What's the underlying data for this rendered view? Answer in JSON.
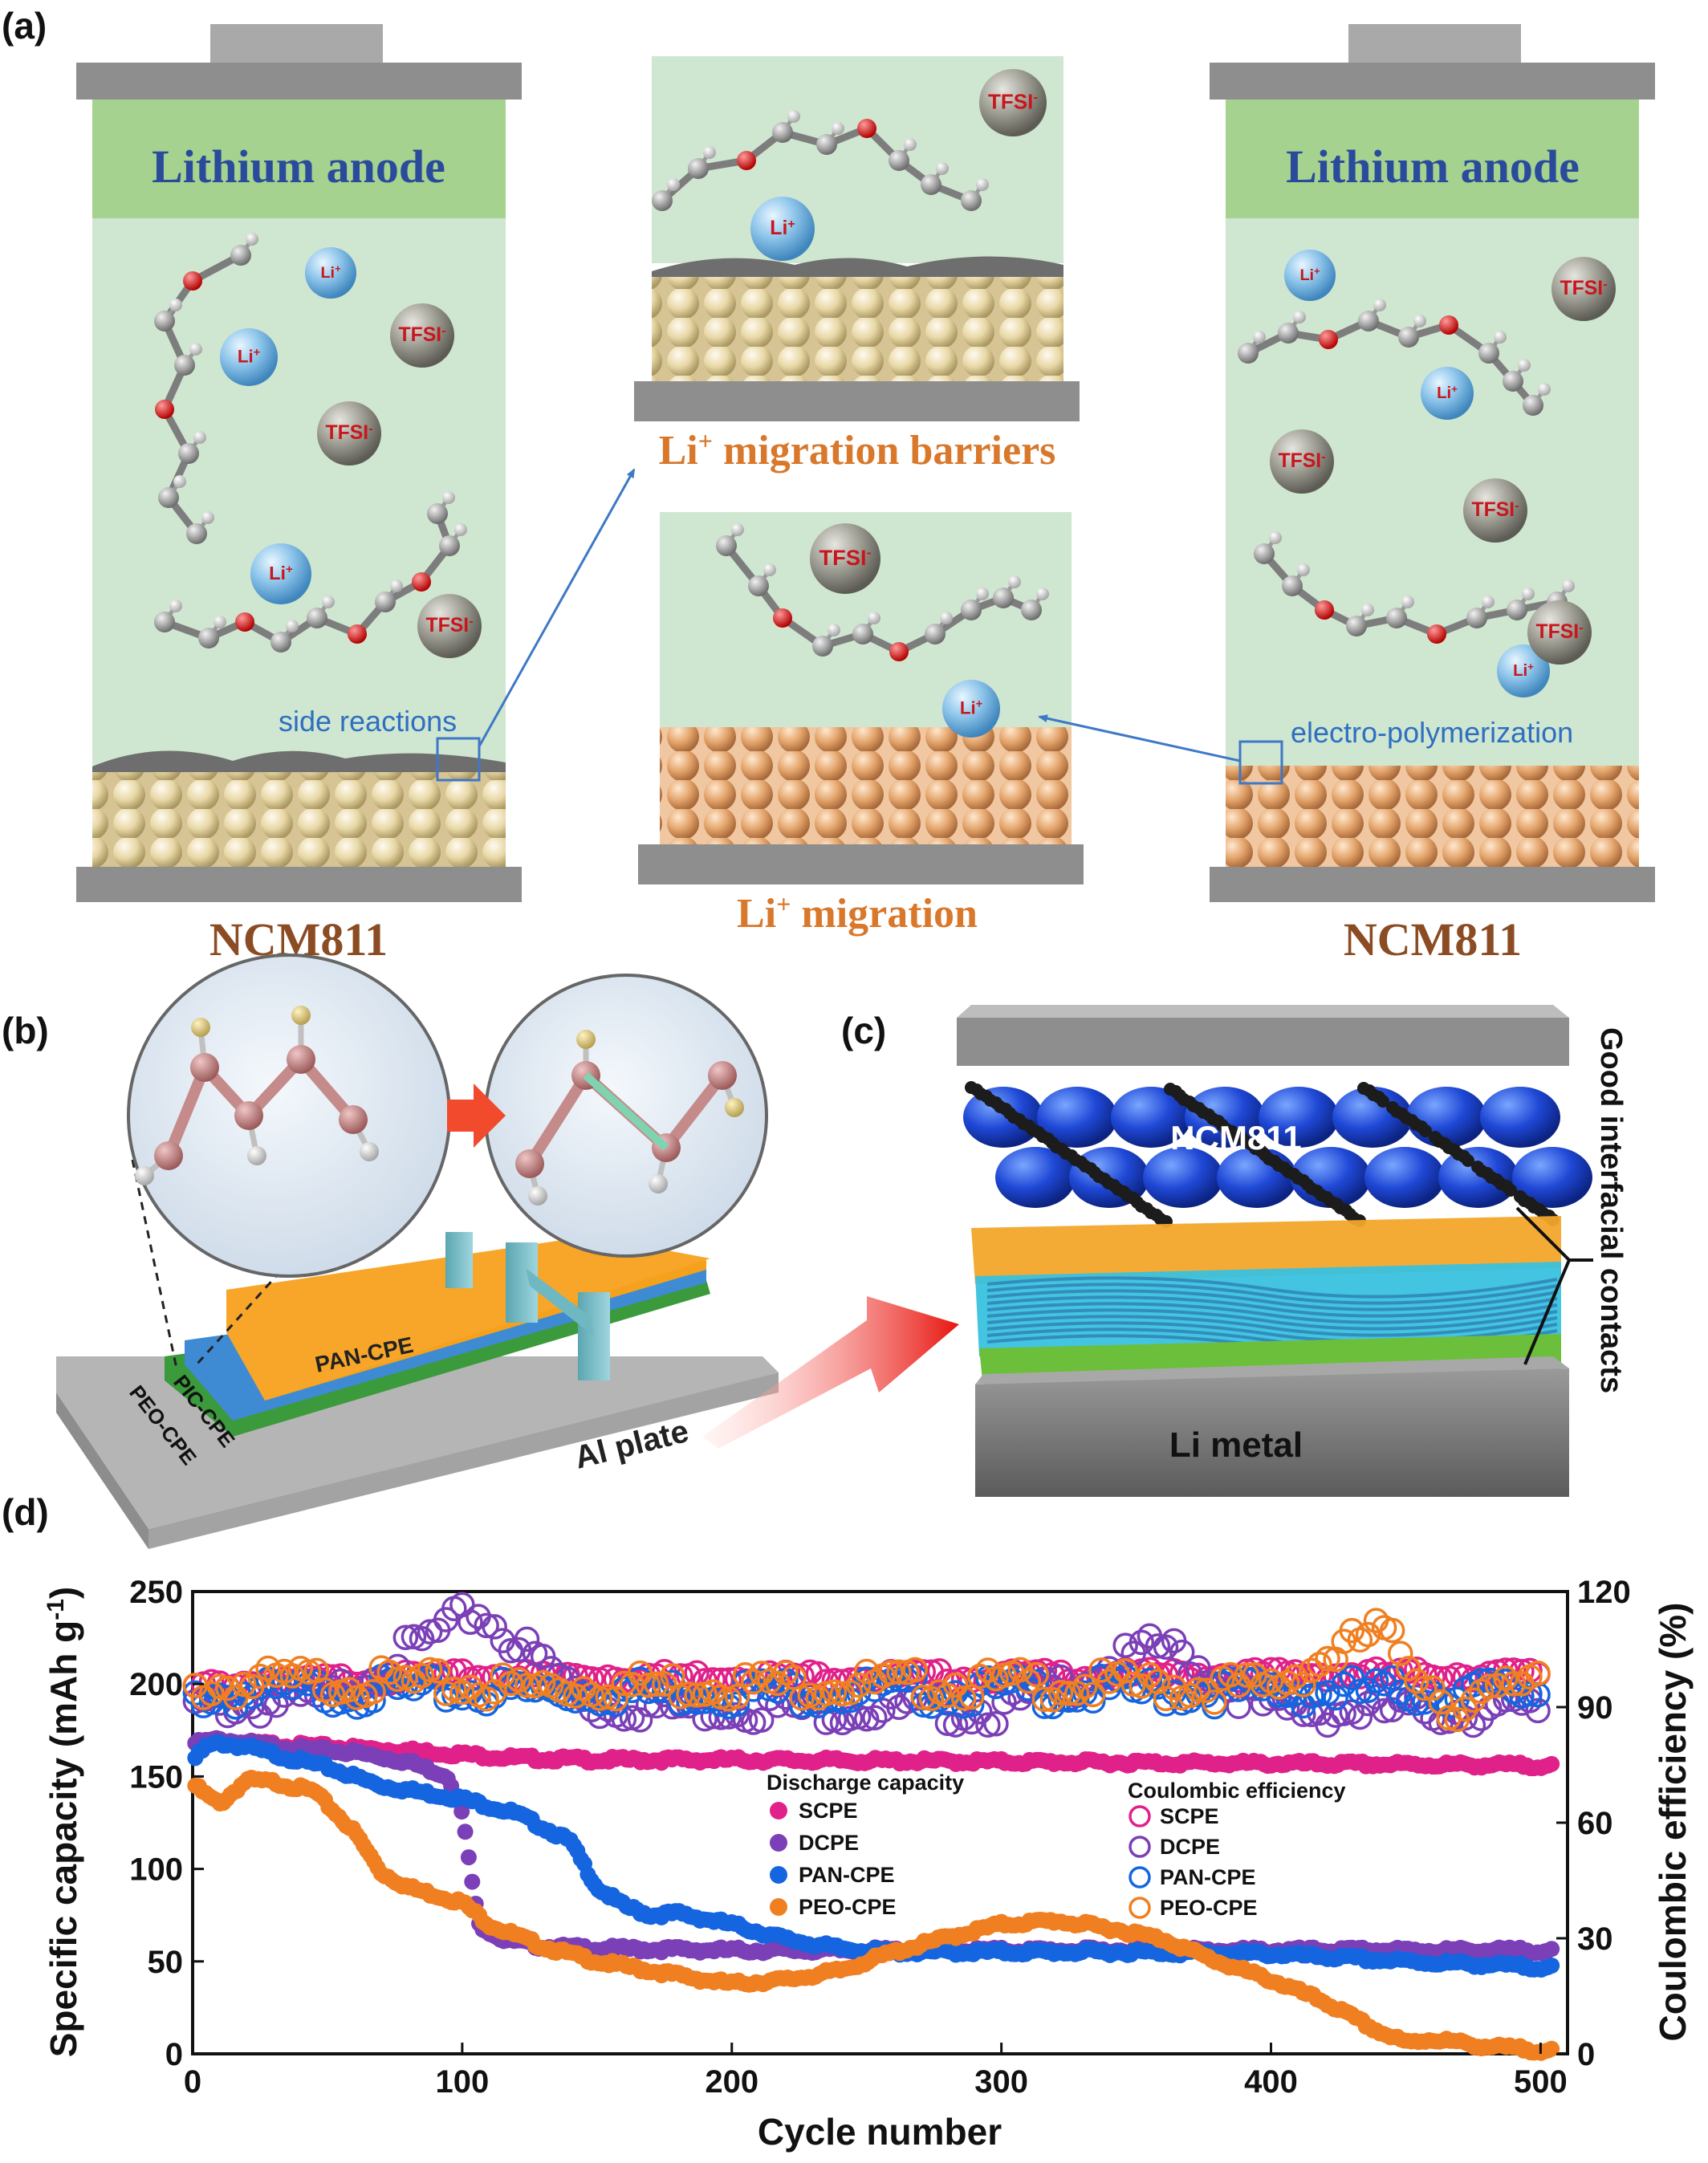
{
  "panel_a": {
    "letter": "(a)",
    "left_cell": {
      "anode": "Lithium anode",
      "cathode": "NCM811",
      "note": "side reactions"
    },
    "right_cell": {
      "anode": "Lithium anode",
      "cathode": "NCM811",
      "note": "electro-polymerization"
    },
    "top_inset": {
      "caption_prefix": "Li",
      "caption_suffix": " migration barriers"
    },
    "bottom_inset": {
      "caption_prefix": "Li",
      "caption_suffix": " migration"
    },
    "ion_li": "Li",
    "ion_tfsi": "TFSI",
    "plus": "+",
    "minus": "-"
  },
  "panel_b": {
    "letter": "(b)",
    "layers": {
      "pan": "PAN-CPE",
      "pic": "PIC-CPE",
      "peo": "PEO-CPE",
      "plate": "Al plate"
    }
  },
  "panel_c": {
    "letter": "(c)",
    "top": "NCM811",
    "bottom": "Li metal",
    "side": "Good interfacial contacts"
  },
  "panel_d": {
    "letter": "(d)"
  },
  "chart_data": {
    "type": "scatter",
    "xlabel": "Cycle number",
    "ylabel_prefix": "Specific capacity (mAh g",
    "ylabel_sup": "-1",
    "ylabel_suffix": ")",
    "y2label": "Coulombic efficiency (%)",
    "xlim": [
      0,
      510
    ],
    "ylim": [
      0,
      250
    ],
    "y2lim": [
      0,
      120
    ],
    "xticks": [
      0,
      100,
      200,
      300,
      400,
      500
    ],
    "yticks": [
      0,
      50,
      100,
      150,
      200,
      250
    ],
    "y2ticks": [
      0,
      30,
      60,
      90,
      120
    ],
    "legend": {
      "discharge_title": "Discharge capacity",
      "ce_title": "Coulombic efficiency",
      "placement": "center-right"
    },
    "series": [
      {
        "name": "SCPE",
        "kind": "Discharge capacity",
        "color": "#e0218a",
        "axis": "left",
        "x": [
          1,
          20,
          50,
          80,
          100,
          120,
          150,
          200,
          300,
          400,
          500,
          505
        ],
        "y": [
          168,
          168,
          166,
          164,
          162,
          160,
          159,
          159,
          158,
          157,
          156,
          155
        ]
      },
      {
        "name": "DCPE",
        "kind": "Discharge capacity",
        "color": "#7b3fb7",
        "axis": "left",
        "x": [
          1,
          10,
          20,
          40,
          60,
          80,
          95,
          100,
          103,
          106,
          115,
          130,
          150,
          200,
          300,
          400,
          500,
          505
        ],
        "y": [
          168,
          170,
          168,
          165,
          163,
          158,
          150,
          130,
          100,
          70,
          62,
          58,
          57,
          56,
          56,
          56,
          56,
          55
        ]
      },
      {
        "name": "PAN-CPE",
        "kind": "Discharge capacity",
        "color": "#1565e0",
        "axis": "left",
        "x": [
          1,
          5,
          10,
          20,
          30,
          50,
          70,
          100,
          120,
          140,
          150,
          160,
          170,
          180,
          190,
          200,
          220,
          240,
          260,
          300,
          350,
          400,
          450,
          500,
          505
        ],
        "y": [
          160,
          166,
          168,
          166,
          162,
          155,
          145,
          138,
          130,
          115,
          90,
          80,
          75,
          76,
          73,
          70,
          62,
          57,
          55,
          55,
          55,
          54,
          50,
          47,
          46
        ]
      },
      {
        "name": "PEO-CPE",
        "kind": "Discharge capacity",
        "color": "#f07f21",
        "axis": "left",
        "x": [
          1,
          5,
          10,
          20,
          30,
          45,
          60,
          70,
          80,
          100,
          110,
          130,
          150,
          170,
          190,
          200,
          220,
          240,
          260,
          280,
          300,
          320,
          340,
          360,
          380,
          400,
          420,
          440,
          450,
          460,
          480,
          500,
          505
        ],
        "y": [
          145,
          140,
          135,
          148,
          147,
          142,
          120,
          98,
          90,
          82,
          70,
          58,
          50,
          45,
          40,
          38,
          40,
          45,
          55,
          63,
          70,
          72,
          68,
          62,
          50,
          40,
          28,
          12,
          6,
          8,
          4,
          2,
          1
        ]
      },
      {
        "name": "SCPE",
        "kind": "Coulombic efficiency",
        "color": "#e0218a",
        "axis": "right",
        "x": [
          1,
          10,
          50,
          100,
          200,
          300,
          400,
          500
        ],
        "y": [
          95,
          96,
          97,
          98,
          98,
          98,
          98.5,
          98.5
        ]
      },
      {
        "name": "DCPE",
        "kind": "Coulombic efficiency",
        "color": "#7b3fb7",
        "axis": "right",
        "x": [
          1,
          50,
          105,
          150,
          200,
          300,
          360,
          400,
          500
        ],
        "y": [
          90,
          92,
          115,
          90,
          90,
          89,
          106,
          89,
          89
        ]
      },
      {
        "name": "PAN-CPE",
        "kind": "Coulombic efficiency",
        "color": "#1565e0",
        "axis": "right",
        "x": [
          1,
          50,
          100,
          200,
          300,
          400,
          500
        ],
        "y": [
          93,
          94,
          94,
          94,
          94,
          94,
          94
        ]
      },
      {
        "name": "PEO-CPE",
        "kind": "Coulombic efficiency",
        "color": "#f07f21",
        "axis": "right",
        "x": [
          1,
          40,
          80,
          120,
          200,
          300,
          400,
          440,
          470,
          500
        ],
        "y": [
          95,
          97,
          96,
          95,
          96,
          96,
          95,
          110,
          88,
          100
        ]
      }
    ]
  }
}
